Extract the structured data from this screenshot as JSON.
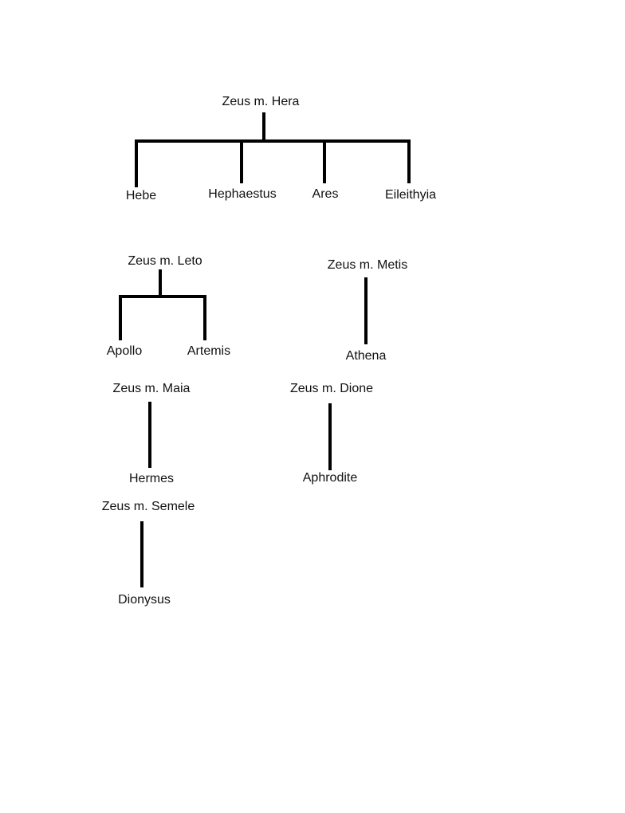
{
  "families": [
    {
      "parents": "Zeus m. Hera",
      "children": [
        "Hebe",
        "Hephaestus",
        "Ares",
        "Eileithyia"
      ]
    },
    {
      "parents": "Zeus m. Leto",
      "children": [
        "Apollo",
        "Artemis"
      ]
    },
    {
      "parents": "Zeus m. Metis",
      "children": [
        "Athena"
      ]
    },
    {
      "parents": "Zeus m. Maia",
      "children": [
        "Hermes"
      ]
    },
    {
      "parents": "Zeus m. Dione",
      "children": [
        "Aphrodite"
      ]
    },
    {
      "parents": "Zeus m. Semele",
      "children": [
        "Dionysus"
      ]
    }
  ]
}
